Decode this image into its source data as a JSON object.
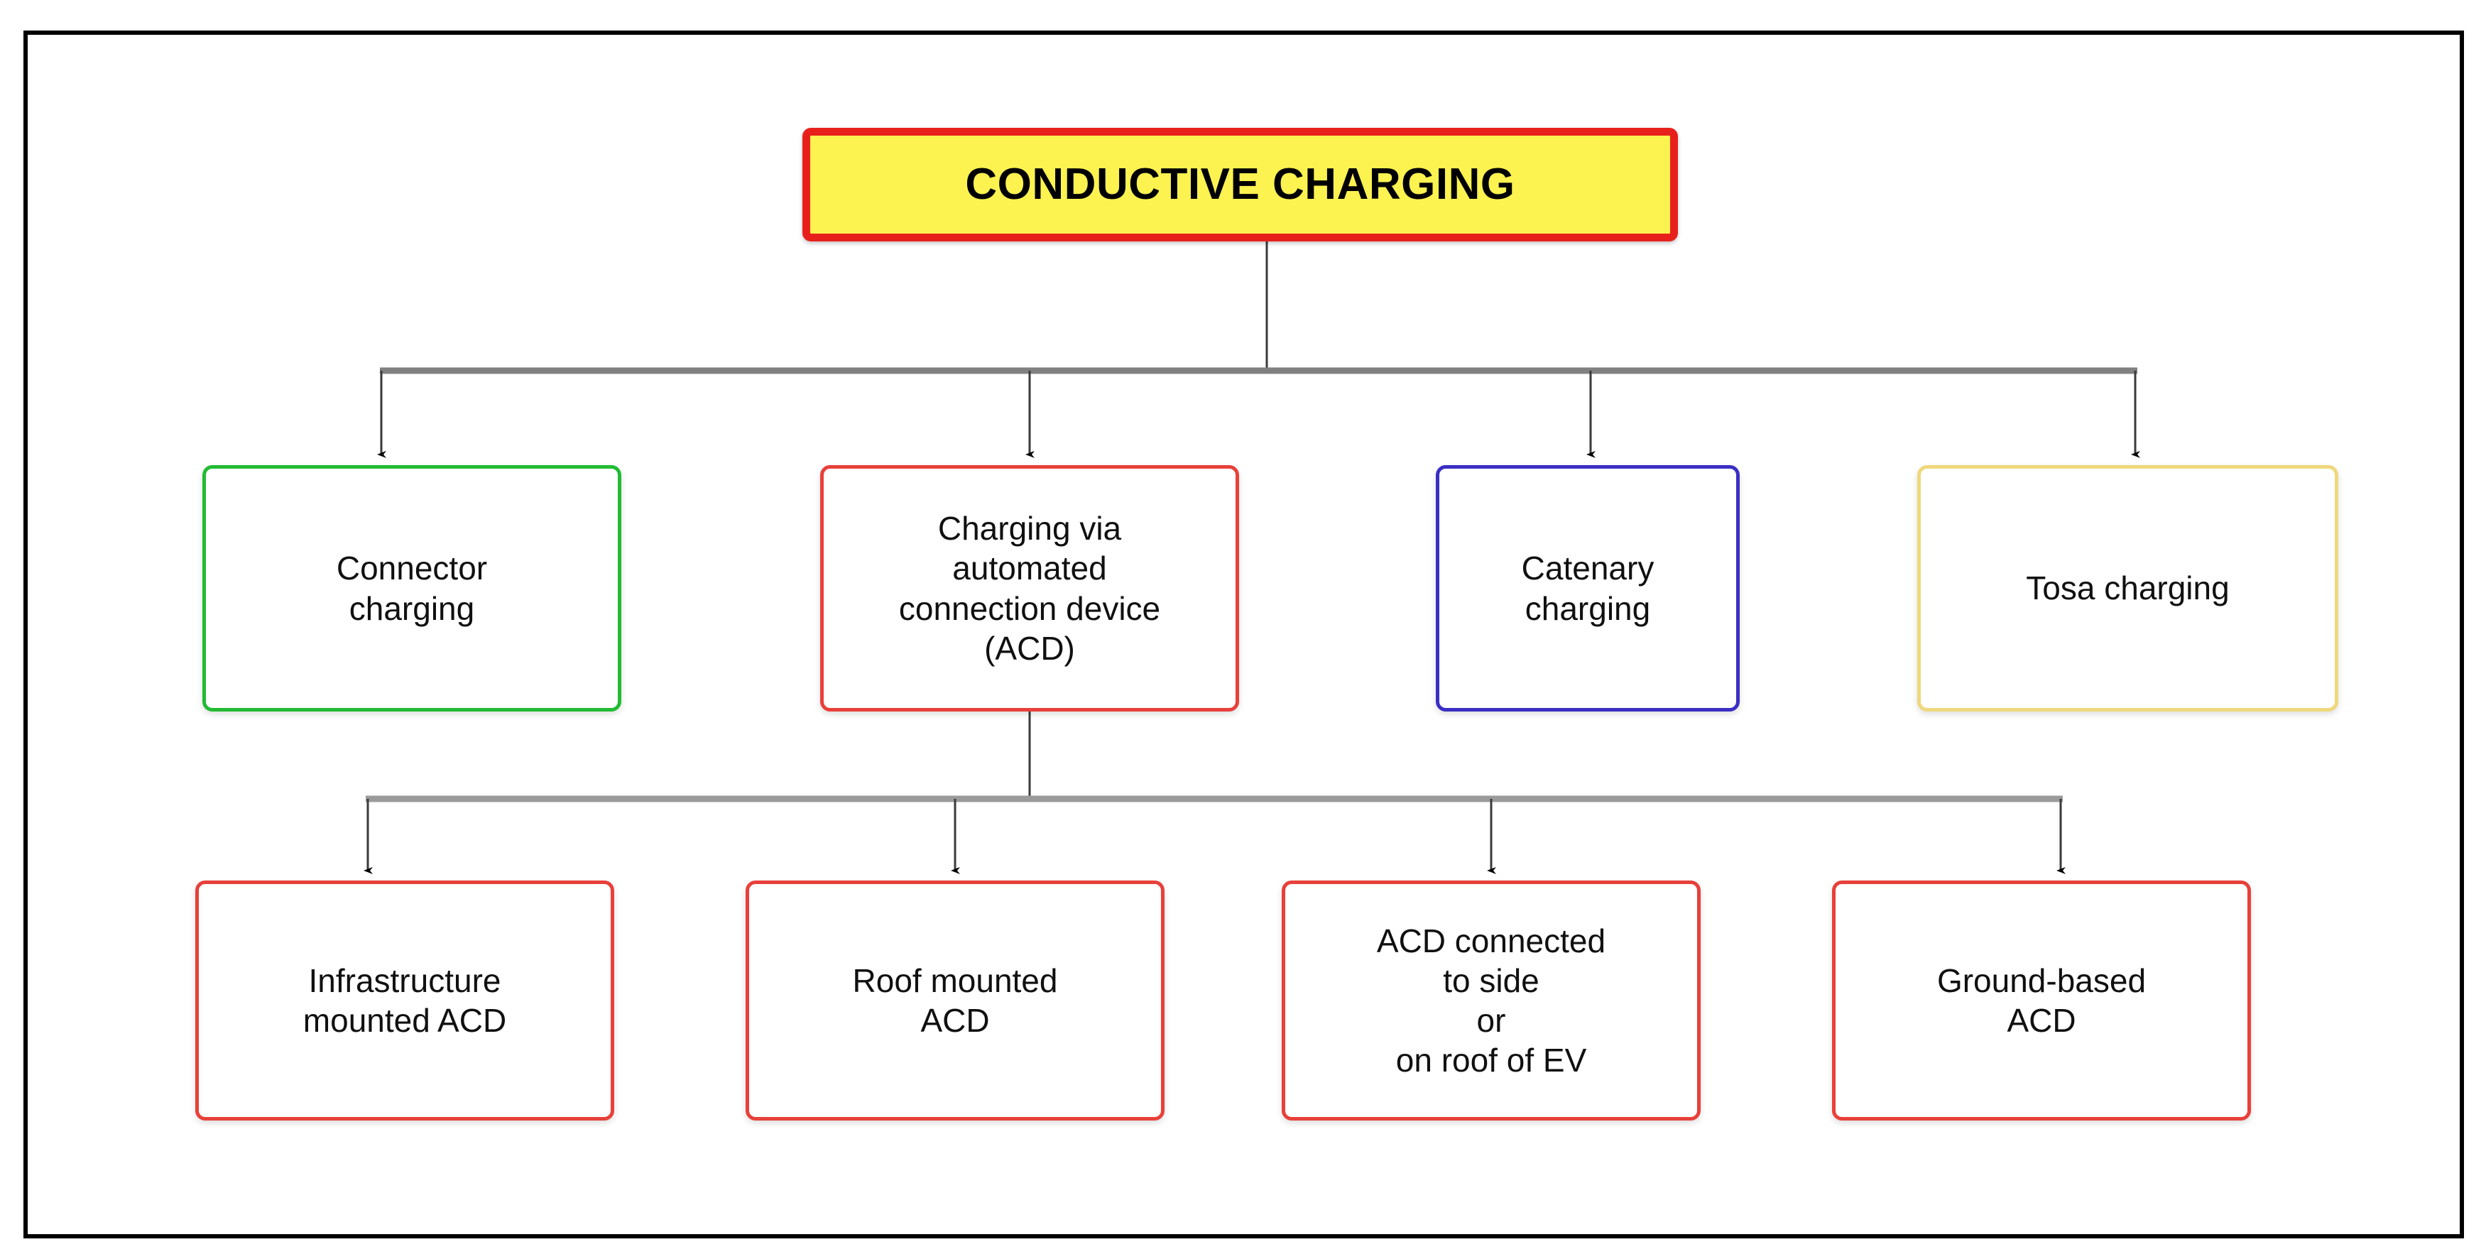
{
  "diagram": {
    "title": "CONDUCTIVE CHARGING",
    "frame_color": "#000000",
    "background_color": "#ffffff",
    "connector_bus_color": "#808080",
    "connector_line_color": "#3a3a3a",
    "arrowhead_color": "#000000",
    "root": {
      "label": "CONDUCTIVE CHARGING",
      "fill_color": "#FCF250",
      "border_color": "#E8201C"
    },
    "level2": [
      {
        "label": "Connector\ncharging",
        "border_color": "#22BB33"
      },
      {
        "label": "Charging via\nautomated\nconnection device\n(ACD)",
        "border_color": "#E8403A"
      },
      {
        "label": "Catenary\ncharging",
        "border_color": "#3A2FC4"
      },
      {
        "label": "Tosa charging",
        "border_color": "#EFD87C"
      }
    ],
    "level3": [
      {
        "label": "Infrastructure\nmounted ACD",
        "border_color": "#E8403A"
      },
      {
        "label": "Roof mounted\nACD",
        "border_color": "#E8403A"
      },
      {
        "label": "ACD connected\nto side\nor\non roof of EV",
        "border_color": "#E8403A"
      },
      {
        "label": "Ground-based\nACD",
        "border_color": "#E8403A"
      }
    ]
  }
}
